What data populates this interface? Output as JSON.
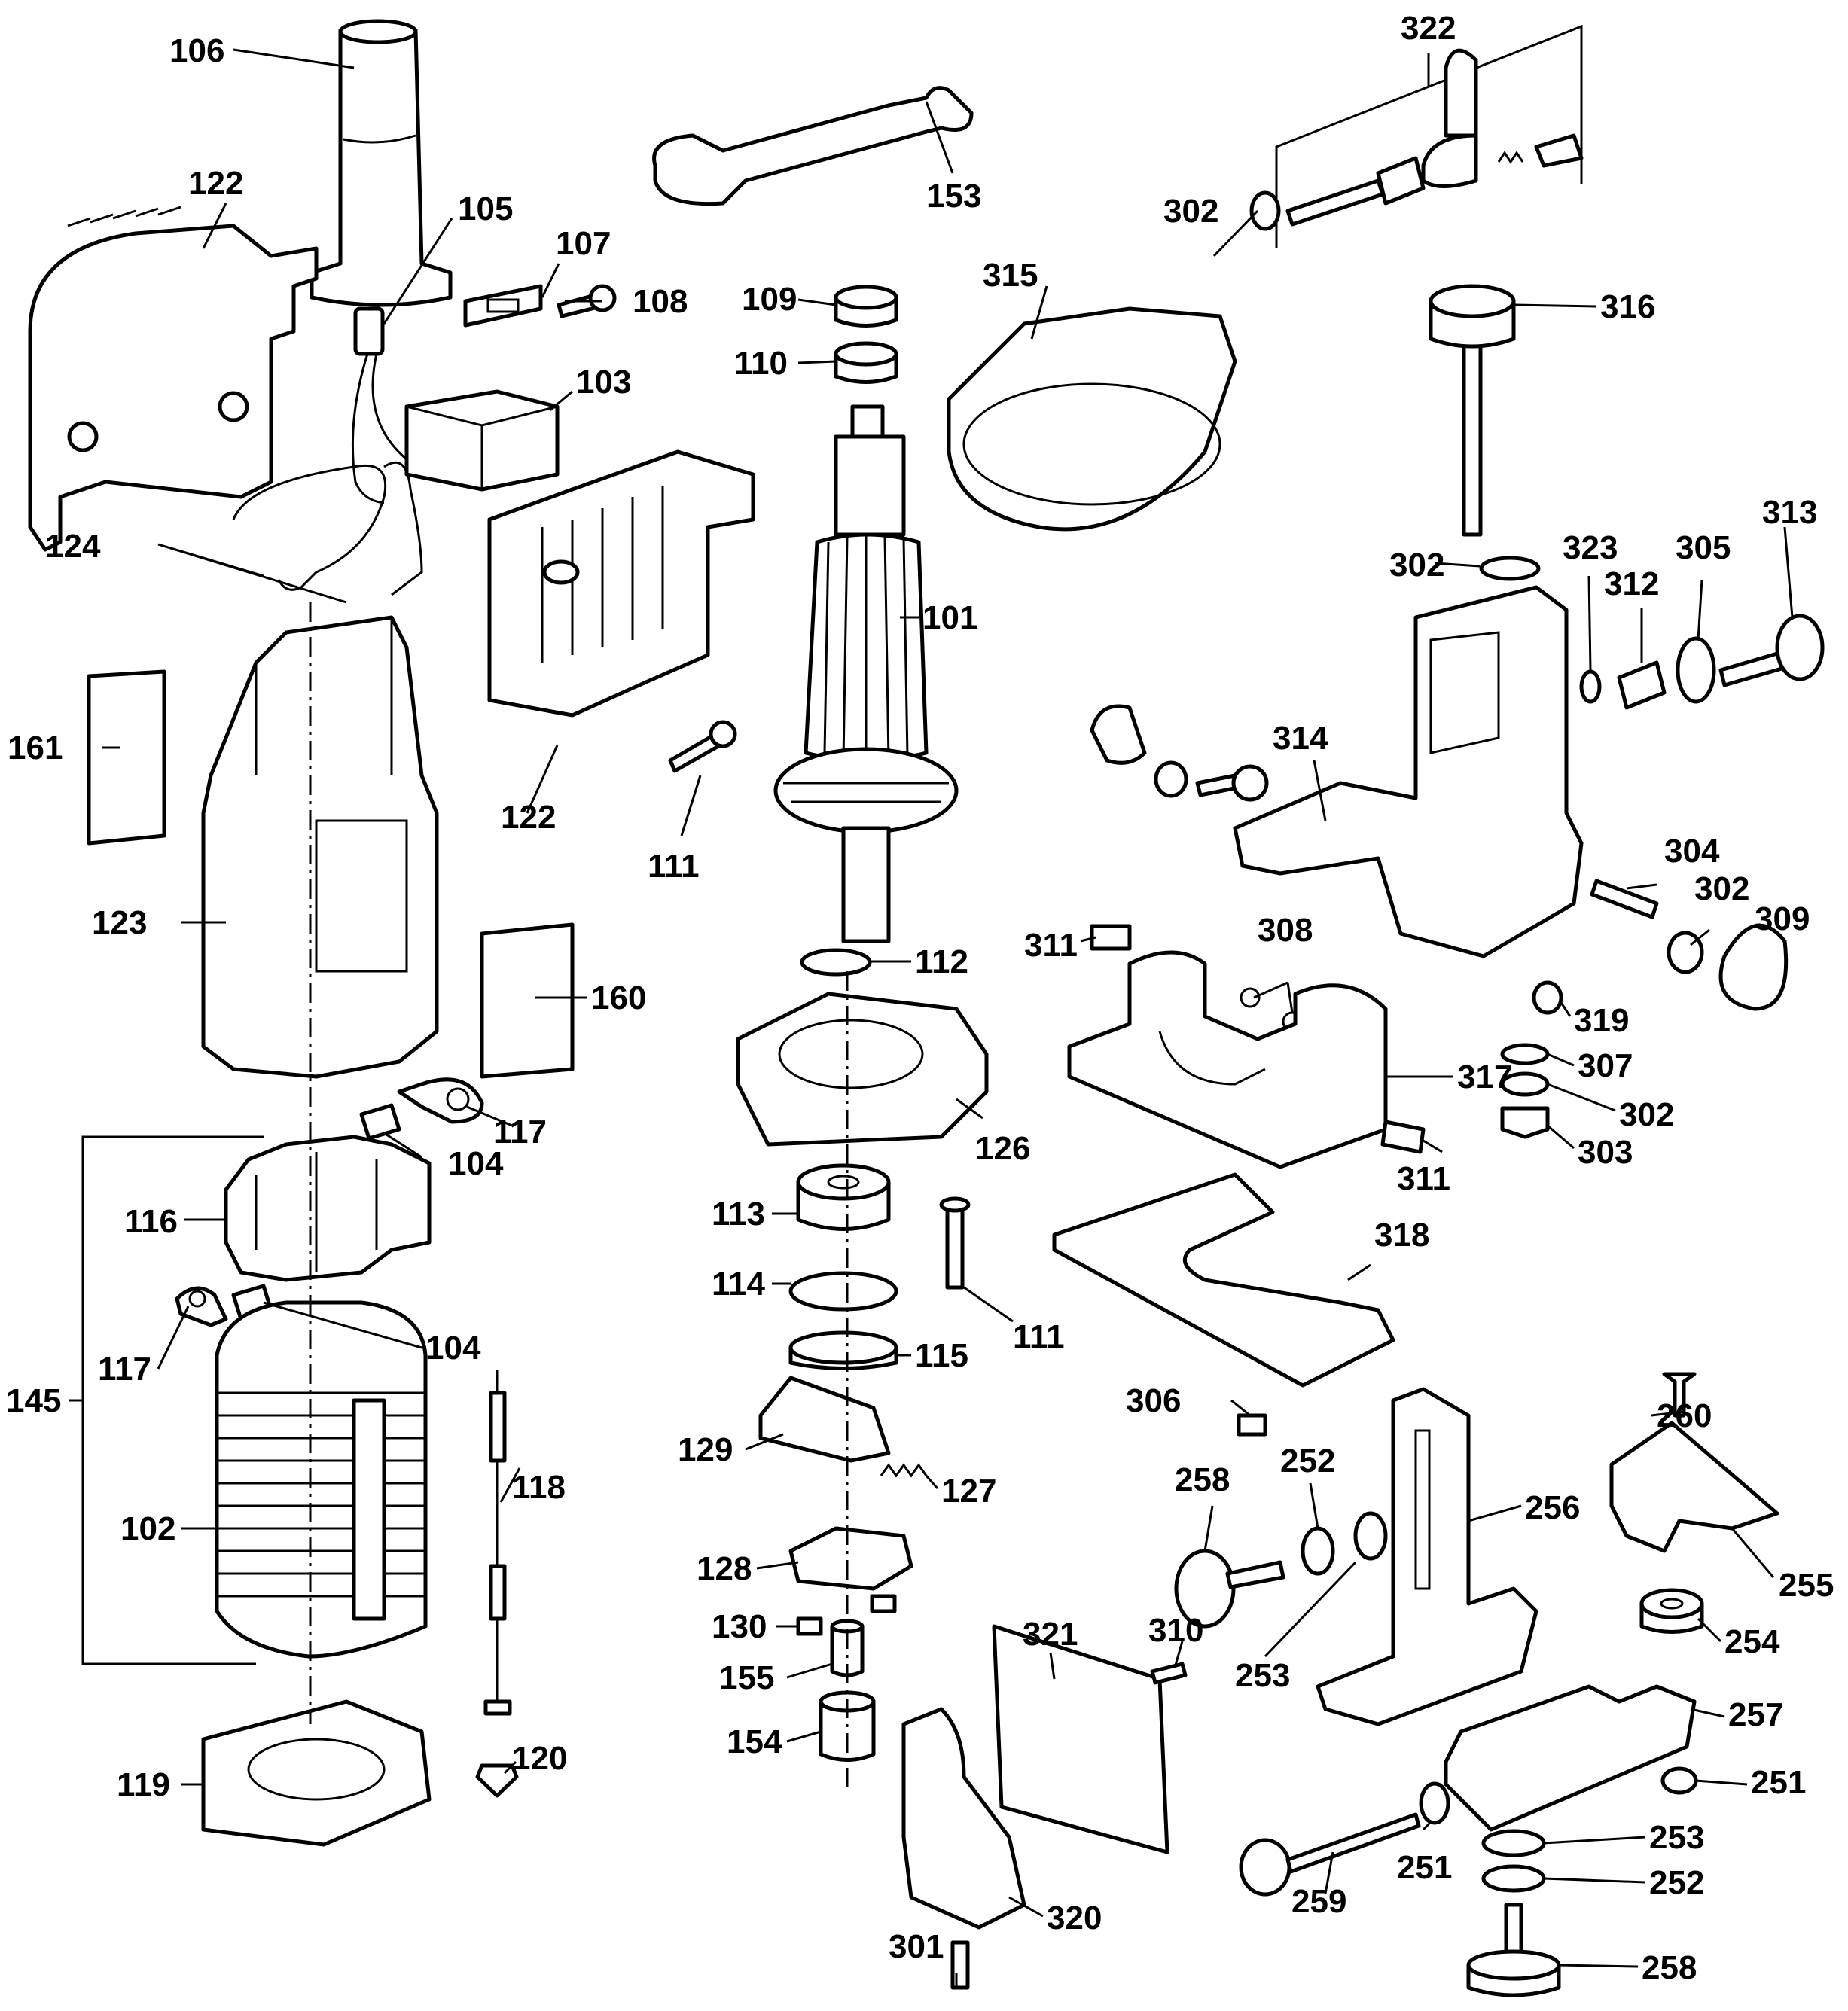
{
  "diagram": {
    "type": "exploded-parts-diagram",
    "subject": "Power tool (router/trimmer) with guide attachments",
    "background_color": "#ffffff",
    "line_color": "#000000",
    "parts": [
      {
        "id": "p106",
        "label": "106",
        "description": "handle grip"
      },
      {
        "id": "p105",
        "label": "105",
        "description": "cord with strain relief"
      },
      {
        "id": "p107",
        "label": "107",
        "description": "cord clamp"
      },
      {
        "id": "p108",
        "label": "108",
        "description": "screw"
      },
      {
        "id": "p122a",
        "label": "122",
        "description": "housing half (left)"
      },
      {
        "id": "p103",
        "label": "103",
        "description": "switch"
      },
      {
        "id": "p124",
        "label": "124",
        "description": "lead wires"
      },
      {
        "id": "p122b",
        "label": "122",
        "description": "housing half (right)"
      },
      {
        "id": "p111a",
        "label": "111",
        "description": "screw"
      },
      {
        "id": "p161",
        "label": "161",
        "description": "label"
      },
      {
        "id": "p123",
        "label": "123",
        "description": "motor housing"
      },
      {
        "id": "p160",
        "label": "160",
        "description": "label"
      },
      {
        "id": "p117a",
        "label": "117",
        "description": "brush spring"
      },
      {
        "id": "p104a",
        "label": "104",
        "description": "carbon brush"
      },
      {
        "id": "p116",
        "label": "116",
        "description": "brush holder"
      },
      {
        "id": "p104b",
        "label": "104",
        "description": "carbon brush"
      },
      {
        "id": "p117b",
        "label": "117",
        "description": "brush spring"
      },
      {
        "id": "p145",
        "label": "145",
        "description": "field assembly (bracket group)"
      },
      {
        "id": "p102",
        "label": "102",
        "description": "field"
      },
      {
        "id": "p118",
        "label": "118",
        "description": "threaded rod"
      },
      {
        "id": "p119",
        "label": "119",
        "description": "baffle"
      },
      {
        "id": "p120",
        "label": "120",
        "description": "nut"
      },
      {
        "id": "p153",
        "label": "153",
        "description": "wrench"
      },
      {
        "id": "p109",
        "label": "109",
        "description": "bearing cap"
      },
      {
        "id": "p110",
        "label": "110",
        "description": "bearing"
      },
      {
        "id": "p101",
        "label": "101",
        "description": "armature"
      },
      {
        "id": "p112",
        "label": "112",
        "description": "spring washer"
      },
      {
        "id": "p126",
        "label": "126",
        "description": "gear housing"
      },
      {
        "id": "p113",
        "label": "113",
        "description": "ball bearing"
      },
      {
        "id": "p114",
        "label": "114",
        "description": "retaining ring"
      },
      {
        "id": "p111b",
        "label": "111",
        "description": "screw"
      },
      {
        "id": "p115",
        "label": "115",
        "description": "bearing retainer"
      },
      {
        "id": "p129",
        "label": "129",
        "description": "spindle lock"
      },
      {
        "id": "p127",
        "label": "127",
        "description": "spring"
      },
      {
        "id": "p128",
        "label": "128",
        "description": "plate"
      },
      {
        "id": "p130",
        "label": "130",
        "description": "screw"
      },
      {
        "id": "p155",
        "label": "155",
        "description": "collet"
      },
      {
        "id": "p154",
        "label": "154",
        "description": "collet nut"
      },
      {
        "id": "p322",
        "label": "322",
        "description": "clamp lever assembly (bracket group)"
      },
      {
        "id": "p302a",
        "label": "302",
        "description": "washer"
      },
      {
        "id": "p315",
        "label": "315",
        "description": "clamp ring"
      },
      {
        "id": "p316",
        "label": "316",
        "description": "adjusting knob screw"
      },
      {
        "id": "p302b",
        "label": "302",
        "description": "washer"
      },
      {
        "id": "p323",
        "label": "323",
        "description": "washer"
      },
      {
        "id": "p312",
        "label": "312",
        "description": "bushing"
      },
      {
        "id": "p305",
        "label": "305",
        "description": "washer"
      },
      {
        "id": "p313",
        "label": "313",
        "description": "knob screw"
      },
      {
        "id": "p314",
        "label": "314",
        "description": "tilt bracket"
      },
      {
        "id": "p304",
        "label": "304",
        "description": "screw"
      },
      {
        "id": "p302c",
        "label": "302",
        "description": "washer"
      },
      {
        "id": "p309",
        "label": "309",
        "description": "knob"
      },
      {
        "id": "p311a",
        "label": "311",
        "description": "pin"
      },
      {
        "id": "p308",
        "label": "308",
        "description": "e-ring"
      },
      {
        "id": "p319",
        "label": "319",
        "description": "spacer"
      },
      {
        "id": "p307",
        "label": "307",
        "description": "washer"
      },
      {
        "id": "p317",
        "label": "317",
        "description": "tilt base"
      },
      {
        "id": "p302d",
        "label": "302",
        "description": "washer"
      },
      {
        "id": "p303",
        "label": "303",
        "description": "nut"
      },
      {
        "id": "p311b",
        "label": "311",
        "description": "pin"
      },
      {
        "id": "p318",
        "label": "318",
        "description": "base plate"
      },
      {
        "id": "p306",
        "label": "306",
        "description": "screw"
      },
      {
        "id": "p260",
        "label": "260",
        "description": "screw"
      },
      {
        "id": "p252a",
        "label": "252",
        "description": "washer"
      },
      {
        "id": "p258a",
        "label": "258",
        "description": "knob"
      },
      {
        "id": "p256",
        "label": "256",
        "description": "guide bracket"
      },
      {
        "id": "p255",
        "label": "255",
        "description": "trim guide shoe"
      },
      {
        "id": "p254",
        "label": "254",
        "description": "roller bearing"
      },
      {
        "id": "p253a",
        "label": "253",
        "description": "washer"
      },
      {
        "id": "p321",
        "label": "321",
        "description": "fence plate"
      },
      {
        "id": "p310",
        "label": "310",
        "description": "screw"
      },
      {
        "id": "p257",
        "label": "257",
        "description": "guide base"
      },
      {
        "id": "p251a",
        "label": "251",
        "description": "nut"
      },
      {
        "id": "p253b",
        "label": "253",
        "description": "washer"
      },
      {
        "id": "p251b",
        "label": "251",
        "description": "nut"
      },
      {
        "id": "p252b",
        "label": "252",
        "description": "washer"
      },
      {
        "id": "p259",
        "label": "259",
        "description": "adjusting screw"
      },
      {
        "id": "p320",
        "label": "320",
        "description": "fence bracket"
      },
      {
        "id": "p258b",
        "label": "258",
        "description": "knob"
      },
      {
        "id": "p301",
        "label": "301",
        "description": "screw"
      }
    ]
  }
}
